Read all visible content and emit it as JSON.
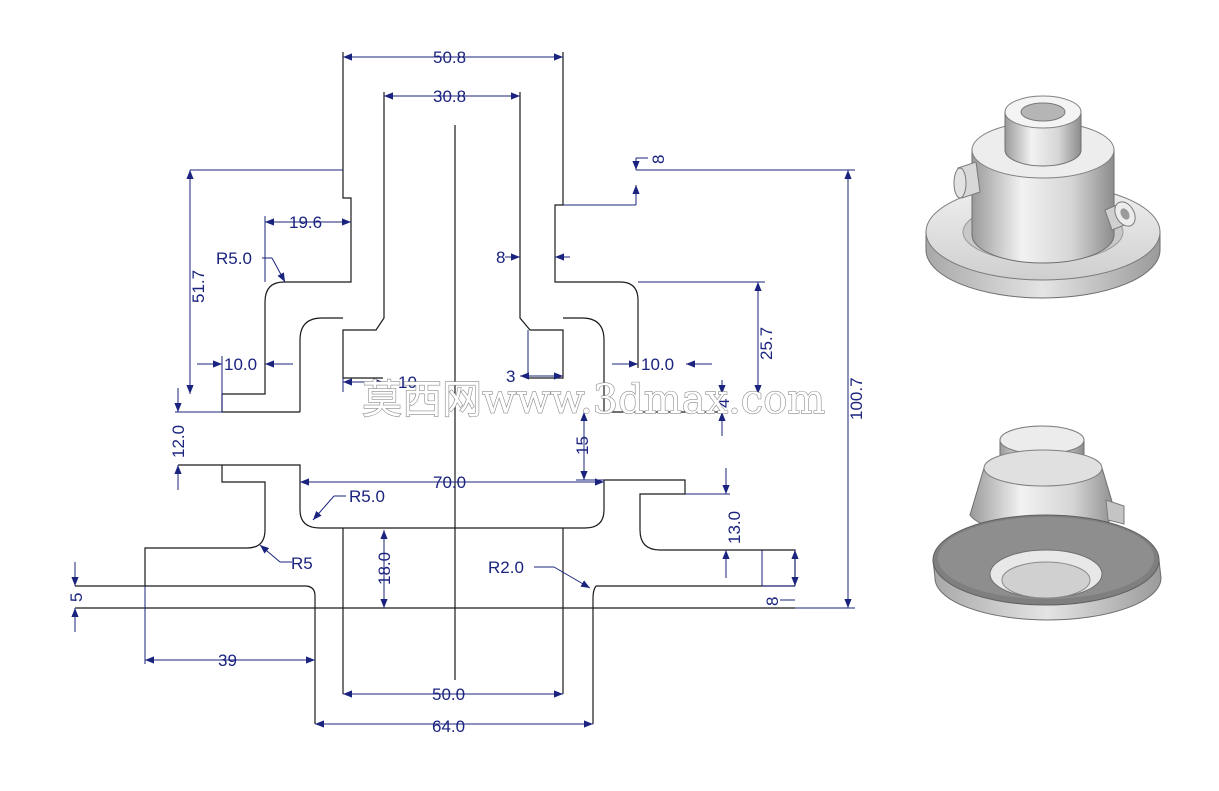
{
  "dimensions": {
    "top_width_outer": "50.8",
    "top_width_inner": "30.8",
    "step_width": "19.6",
    "left_height": "51.7",
    "fillet_top_left": "R5.0",
    "thickness_8_top": "8",
    "wall_8": "8",
    "right_height": "25.7",
    "pocket_left": "10.0",
    "pocket_right": "10.0",
    "slot_10": "10",
    "slot_3": "3",
    "right_small_4": "4",
    "total_height": "100.7",
    "gap_12": "12.0",
    "gap_15": "15",
    "width_70": "70.0",
    "fillet_mid": "R5.0",
    "height_13": "13.0",
    "height_18": "18.0",
    "fillet_r5": "R5",
    "fillet_r2": "R2.0",
    "flange_5": "5",
    "flange_8": "8",
    "offset_39": "39",
    "bore_50": "50.0",
    "base_64": "64.0"
  },
  "watermark": "莫西网www.3dmax.com",
  "colors": {
    "outline": "#1a1a1a",
    "dimension": "#1a237e",
    "part_light": "#e6e6e6",
    "part_shadow": "#8c8c8c"
  }
}
